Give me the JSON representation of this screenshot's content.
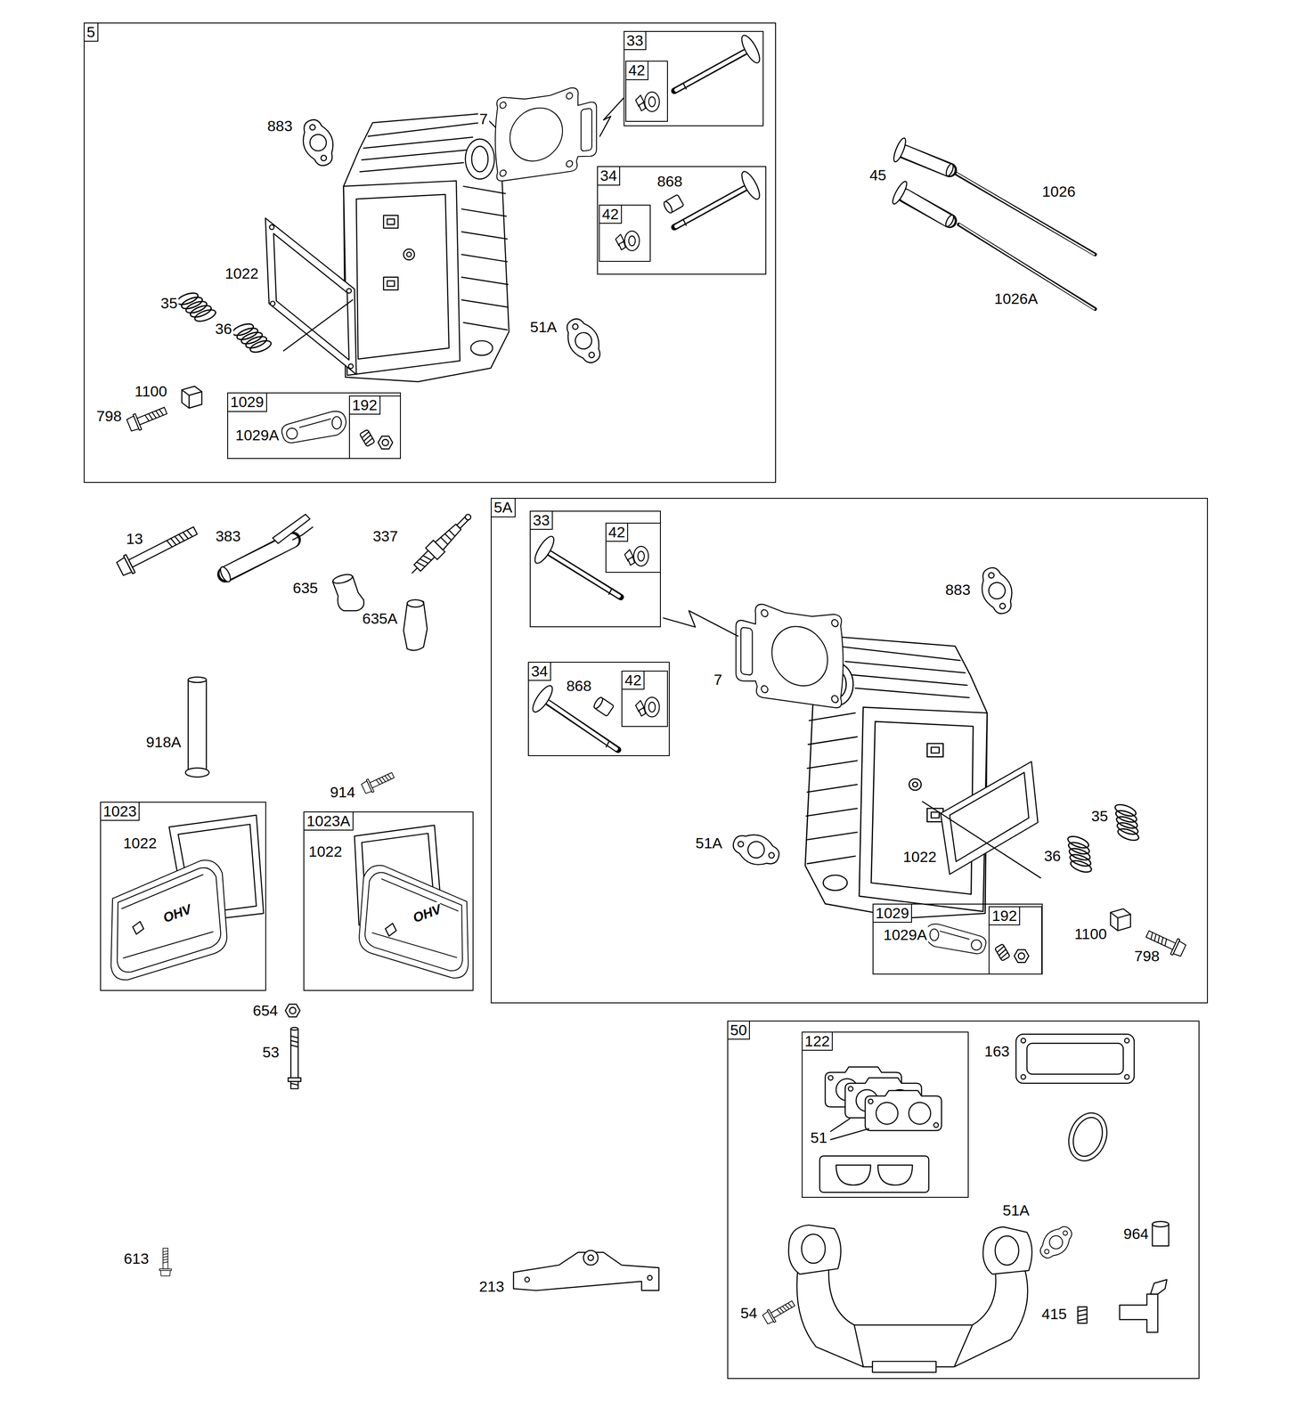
{
  "diagram": {
    "nodes": [
      {
        "text": [
          "5",
          "883",
          "7",
          "1022",
          "35",
          "36",
          "51A",
          "1100",
          "798"
        ]
      },
      {
        "text": [
          "33"
        ],
        "in": 0
      },
      {
        "text": [
          "42"
        ],
        "in": 1
      },
      {
        "text": [
          "34",
          "868"
        ],
        "in": 0
      },
      {
        "text": [
          "42"
        ],
        "in": 3
      },
      {
        "text": [
          "1029",
          "1029A"
        ],
        "in": 0
      },
      {
        "text": [
          "192"
        ],
        "in": 5
      },
      {
        "text": [
          "5A",
          "883",
          "7",
          "51A",
          "1022",
          "35",
          "36",
          "1100",
          "798"
        ]
      },
      {
        "text": [
          "33"
        ],
        "in": 7
      },
      {
        "text": [
          "42"
        ],
        "in": 8
      },
      {
        "text": [
          "34",
          "868"
        ],
        "in": 7
      },
      {
        "text": [
          "42"
        ],
        "in": 10
      },
      {
        "text": [
          "1029",
          "1029A"
        ],
        "in": 7
      },
      {
        "text": [
          "192"
        ],
        "in": 12
      },
      {
        "text": [
          "1023",
          "1022",
          "OHV"
        ]
      },
      {
        "text": [
          "1023A",
          "1022",
          "OHV"
        ]
      },
      {
        "text": [
          "50",
          "163",
          "51A",
          "964",
          "54",
          "415"
        ]
      },
      {
        "text": [
          "122",
          "51"
        ],
        "in": 16
      }
    ],
    "labels": [
      "45",
      "1026",
      "1026A",
      "13",
      "383",
      "337",
      "635",
      "635A",
      "918A",
      "914",
      "654",
      "53",
      "613",
      "213"
    ]
  }
}
